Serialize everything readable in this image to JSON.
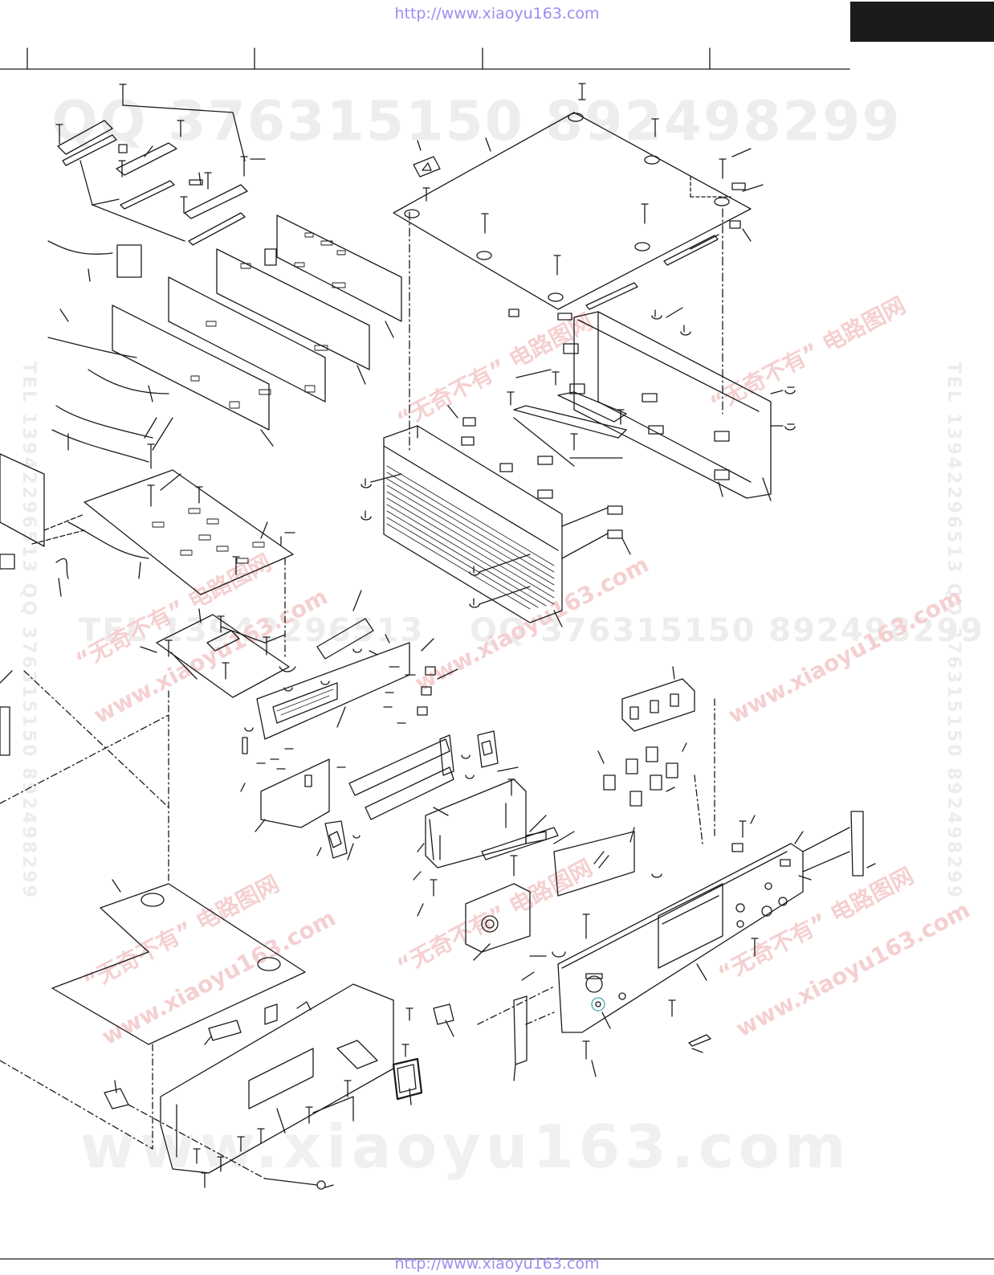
{
  "header": {
    "url": "http://www.xiaoyu163.com"
  },
  "footer": {
    "url": "http://www.xiaoyu163.com"
  },
  "watermarks": {
    "qq_top": "QQ 376315150  892498299",
    "qq_mid": "QQ 376315150  892498299",
    "tel_mid": "TEL 13942296513",
    "site_bottom": "www.xiaoyu163.com",
    "tel_left_vertical": "TEL 13942296513 QQ 376315150 892498299",
    "tel_right_vertical": "TEL 13942296513 QQ 376315150 892498299",
    "cn_stamp": "“无奇不有” 电路图网",
    "cn_site": "www.xiaoyu163.com"
  },
  "colors": {
    "url_color": "#9b8df0",
    "line_color": "#1a1a1a",
    "watermark_color": "#e9e9e9",
    "stamp_color": "#f3c9c9",
    "corner_tab": "#1b1b1b",
    "accent_teal": "#4aa6a0"
  }
}
